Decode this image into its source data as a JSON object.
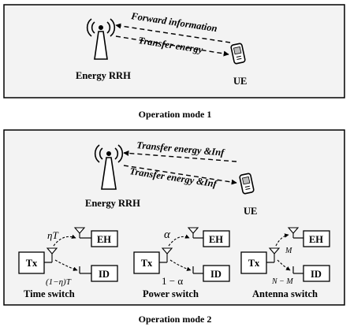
{
  "colors": {
    "panel_fill": "#f3f3f3",
    "border": "#000000",
    "box_fill": "#ffffff"
  },
  "icons": {
    "tower": "antenna-tower-icon",
    "ue": "mobile-phone-icon",
    "antenna": "small-antenna-icon"
  },
  "mode1": {
    "caption": "Operation mode 1",
    "rrh_label": "Energy RRH",
    "ue_label": "UE",
    "link_top": "Forward information",
    "link_bottom": "Transfer energy"
  },
  "mode2": {
    "caption": "Operation mode 2",
    "rrh_label": "Energy RRH",
    "ue_label": "UE",
    "link_top": "Transfer energy &Inf",
    "link_bottom": "Transfer energy &Inf",
    "schemes": [
      {
        "name": "Time switch",
        "tx": "Tx",
        "eh": "EH",
        "id": "ID",
        "upper": "ηT",
        "lower": "(1−η)T"
      },
      {
        "name": "Power switch",
        "tx": "Tx",
        "eh": "EH",
        "id": "ID",
        "upper": "α",
        "lower": "1 − α"
      },
      {
        "name": "Antenna switch",
        "tx": "Tx",
        "eh": "EH",
        "id": "ID",
        "upper": "M",
        "lower": "N − M"
      }
    ]
  }
}
